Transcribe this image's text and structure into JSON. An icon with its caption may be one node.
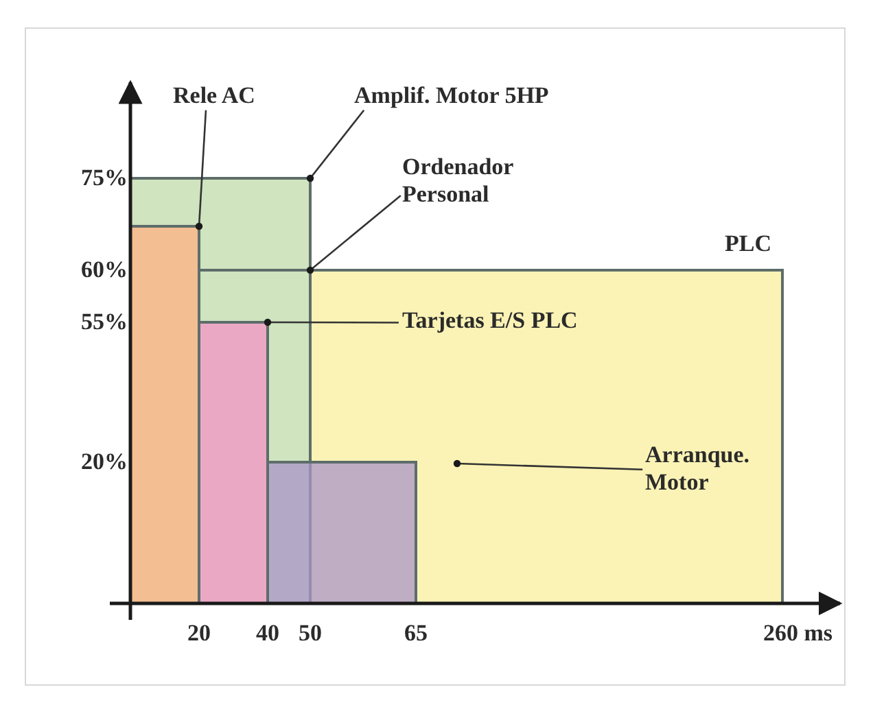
{
  "diagram": {
    "nodes": [
      {
        "text": [
          "Rele AC"
        ]
      },
      {
        "text": [
          "Amplif. Motor 5HP"
        ]
      },
      {
        "text": [
          "Ordenador Personal"
        ]
      },
      {
        "text": [
          "Tarjetas E/S PLC"
        ]
      },
      {
        "text": [
          "Arranque. Motor"
        ]
      }
    ],
    "edges": [
      {
        "from": 0,
        "to": null,
        "arrow": "other"
      },
      {
        "from": 1,
        "to": null,
        "arrow": "other"
      },
      {
        "from": 2,
        "to": null,
        "arrow": "other"
      },
      {
        "from": 3,
        "to": null,
        "arrow": "other"
      },
      {
        "from": 4,
        "to": null,
        "arrow": "other"
      }
    ],
    "labels": [
      "PLC",
      "75%",
      "60%",
      "55%",
      "20%",
      "20",
      "40",
      "50",
      "65",
      "260 ms"
    ]
  }
}
